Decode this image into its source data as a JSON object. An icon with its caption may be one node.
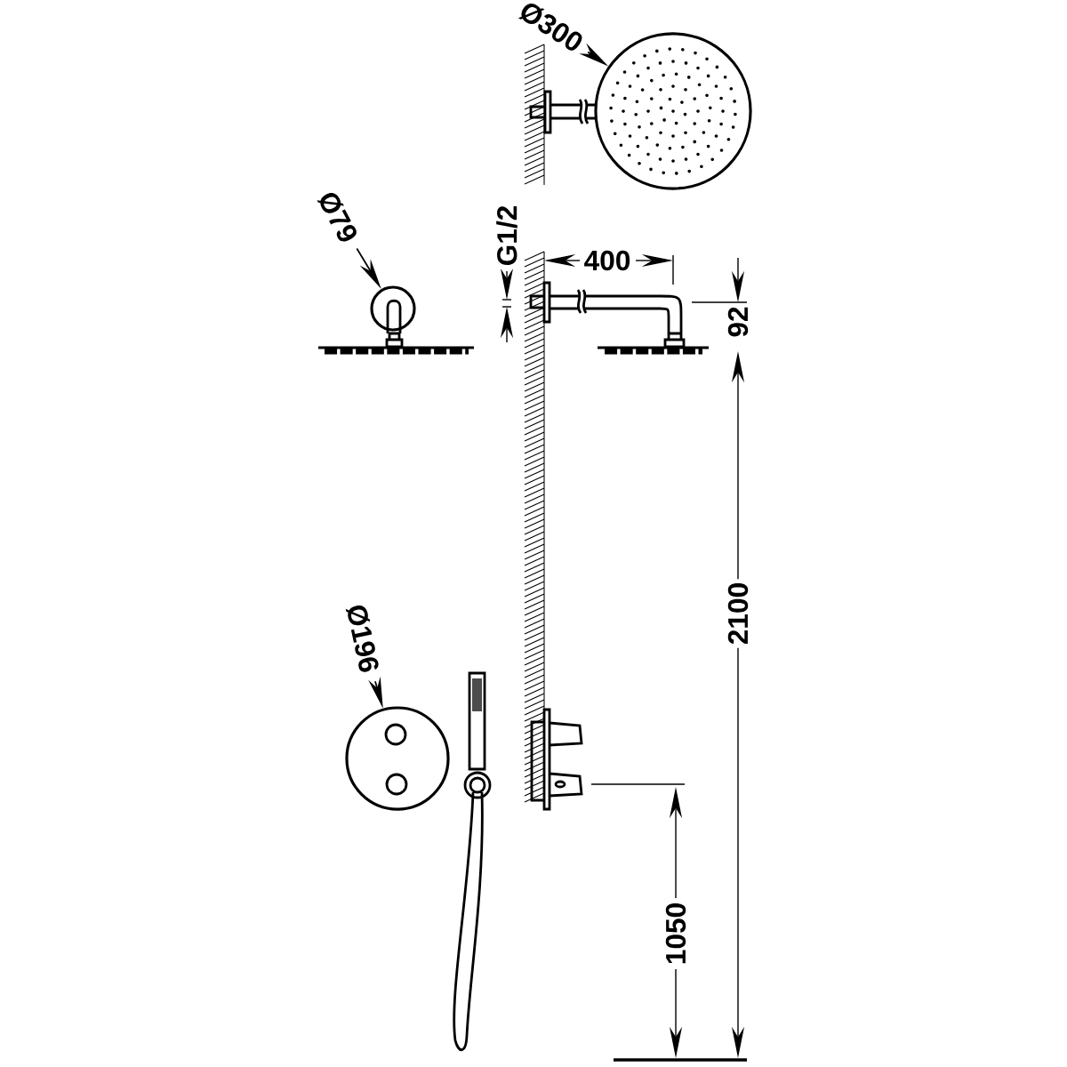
{
  "diagram": {
    "nodes": [
      {
        "text": [
          "Ø300"
        ]
      },
      {
        "text": [],
        "shape": "circle"
      },
      {
        "text": [
          "Ø79"
        ]
      },
      {
        "text": [],
        "shape": "circle"
      },
      {
        "text": [
          "Ø196"
        ]
      },
      {
        "text": [],
        "shape": "circle"
      }
    ],
    "edges": [
      {
        "from": 0,
        "to": 1,
        "arrow": "to"
      },
      {
        "from": 2,
        "to": 3,
        "arrow": "to"
      },
      {
        "from": 4,
        "to": 5,
        "arrow": "to"
      }
    ],
    "labels": [
      "G1/2",
      "400",
      "92",
      "2100",
      "1050"
    ]
  }
}
